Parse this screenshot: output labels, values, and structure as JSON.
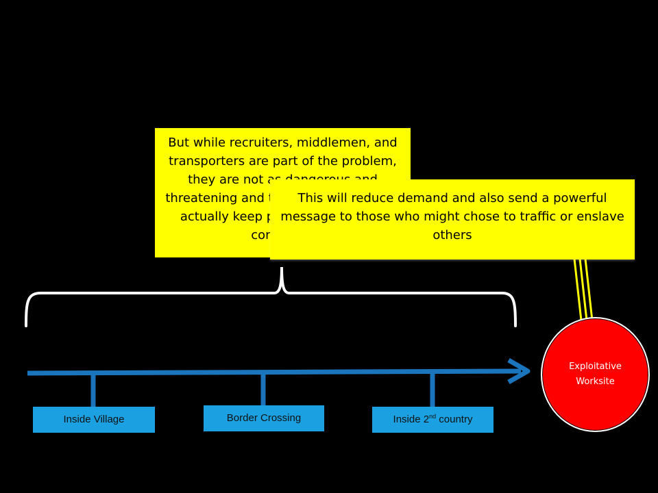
{
  "notes": {
    "back": "But while recruiters, middlemen, and transporters are part of the problem, they are not as dangerous and threatening and the slaveholders who actually keep people in slave-like conditions",
    "front": "This will reduce demand and also send a powerful message to those who might chose to traffic or enslave others"
  },
  "stages": {
    "village": "Inside Village",
    "border": "Border Crossing",
    "second_country_prefix": "Inside 2",
    "second_country_sup": "nd",
    "second_country_suffix": " country"
  },
  "worksite": {
    "line1": "Exploitative",
    "line2": "Worksite"
  },
  "colors": {
    "arrow": "#1b75bc",
    "note": "#ffff00",
    "worksite": "#ff0000",
    "stage": "#1ba1e2"
  }
}
